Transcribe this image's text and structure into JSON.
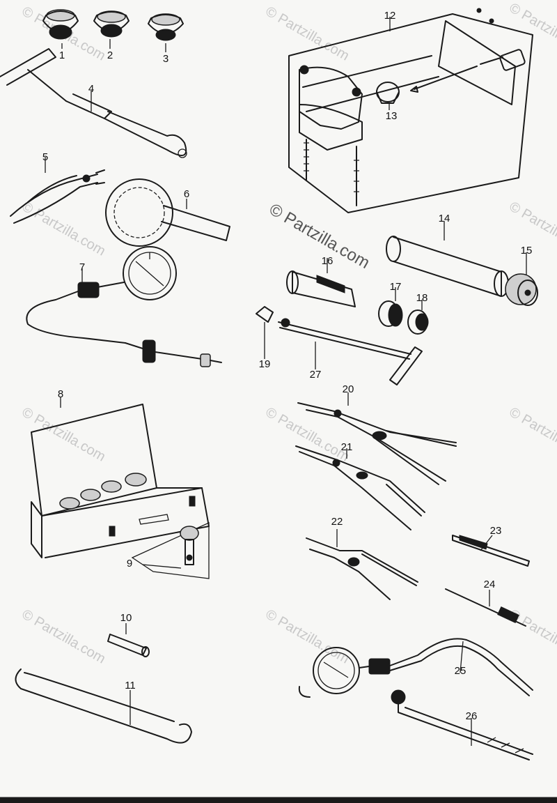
{
  "watermark": "© Partzilla.com",
  "callouts": [
    "1",
    "2",
    "3",
    "4",
    "5",
    "6",
    "7",
    "8",
    "9",
    "10",
    "11",
    "12",
    "13",
    "14",
    "15",
    "16",
    "17",
    "18",
    "19",
    "20",
    "21",
    "22",
    "23",
    "24",
    "25",
    "26",
    "27"
  ]
}
